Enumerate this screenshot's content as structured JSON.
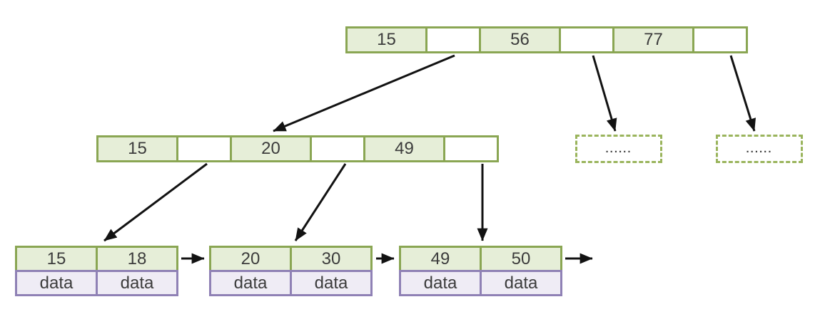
{
  "diagram": {
    "type": "b-plus-tree-index",
    "colors": {
      "key_cell_fill": "#e6eed8",
      "key_cell_border": "#8aa653",
      "data_cell_fill": "#efecf5",
      "data_cell_border": "#8f81b5",
      "overflow_border": "#9ab45c",
      "arrow": "#121212",
      "text": "#3c3c3c"
    },
    "root_node": {
      "cells": [
        "15",
        "",
        "56",
        "",
        "77",
        ""
      ]
    },
    "internal_node": {
      "cells": [
        "15",
        "",
        "20",
        "",
        "49",
        ""
      ]
    },
    "overflow_nodes": [
      {
        "label": "......"
      },
      {
        "label": "......"
      }
    ],
    "leaf_nodes": [
      {
        "keys": [
          "15",
          "18"
        ],
        "data": [
          "data",
          "data"
        ]
      },
      {
        "keys": [
          "20",
          "30"
        ],
        "data": [
          "data",
          "data"
        ]
      },
      {
        "keys": [
          "49",
          "50"
        ],
        "data": [
          "data",
          "data"
        ]
      }
    ]
  }
}
